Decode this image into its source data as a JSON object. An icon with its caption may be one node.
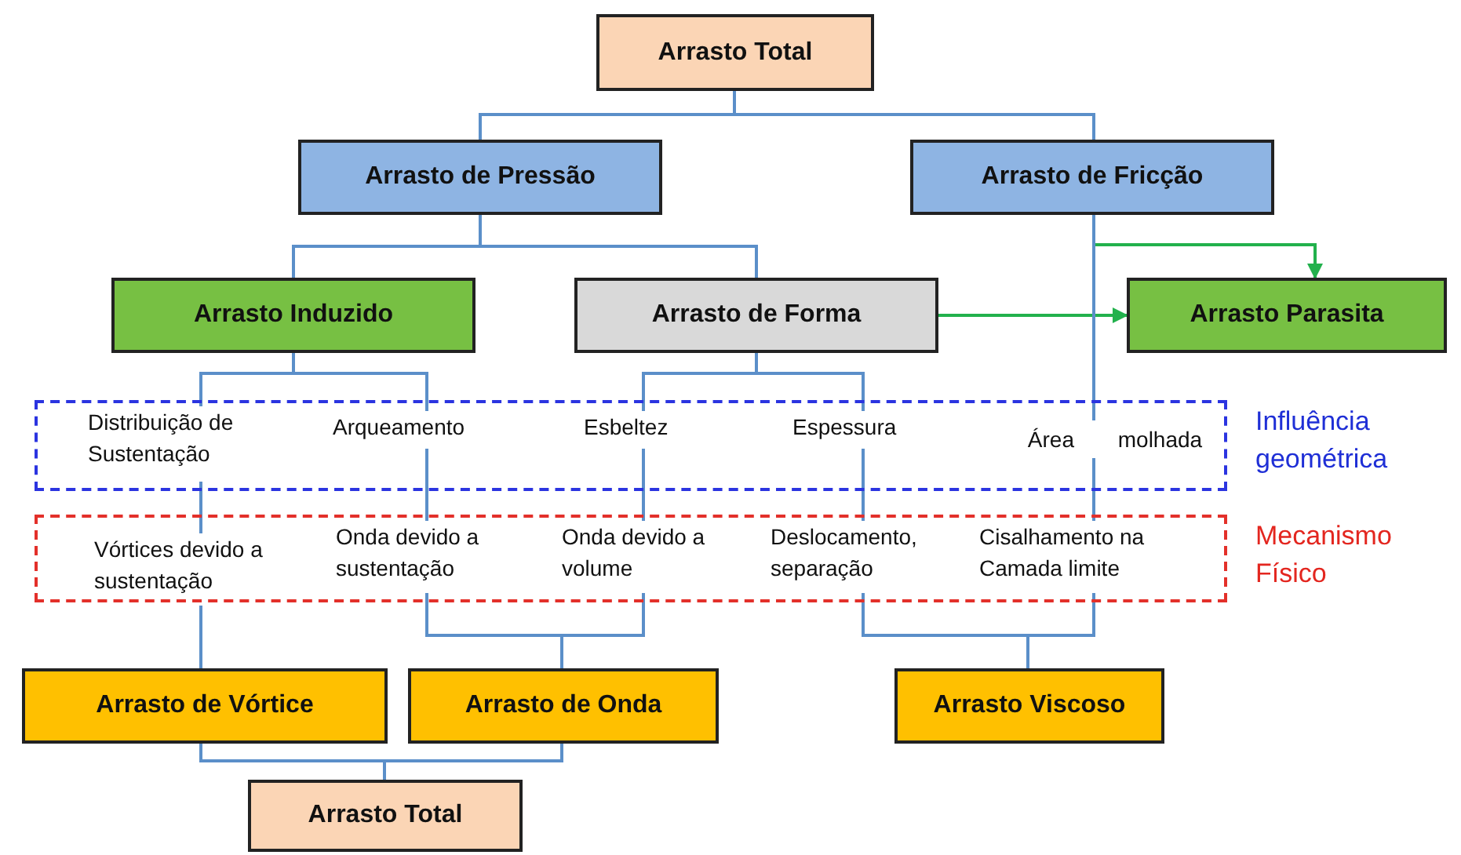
{
  "diagram": {
    "nodes": [
      {
        "text": [
          "Arrasto Total"
        ]
      },
      {
        "text": [
          "Arrasto de Pressão"
        ]
      },
      {
        "text": [
          "Arrasto de Fricção"
        ]
      },
      {
        "text": [
          "Arrasto Induzido"
        ]
      },
      {
        "text": [
          "Arrasto de Forma"
        ]
      },
      {
        "text": [
          "Arrasto Parasita"
        ]
      },
      {
        "text": [],
        "shape": "box",
        "beside": [
          "Influência geométrica"
        ]
      },
      {
        "text": [
          "Distribuição de Sustentação"
        ],
        "in": 6
      },
      {
        "text": [
          "Arqueamento"
        ],
        "in": 6
      },
      {
        "text": [
          "Esbeltez"
        ],
        "in": 6
      },
      {
        "text": [
          "Espessura"
        ],
        "in": 6
      },
      {
        "text": [
          "Área molhada"
        ],
        "in": 6
      },
      {
        "text": [],
        "shape": "box",
        "beside": [
          "Mecanismo Físico"
        ]
      },
      {
        "text": [
          "Vórtices devido a sustentação"
        ],
        "in": 12
      },
      {
        "text": [
          "Onda devido a sustentação"
        ],
        "in": 12
      },
      {
        "text": [
          "Onda devido a volume"
        ],
        "in": 12
      },
      {
        "text": [
          "Deslocamento, separação"
        ],
        "in": 12
      },
      {
        "text": [
          "Cisalhamento na Camada limite"
        ],
        "in": 12
      },
      {
        "text": [
          "Arrasto de Vórtice"
        ]
      },
      {
        "text": [
          "Arrasto de Onda"
        ]
      },
      {
        "text": [
          "Arrasto Viscoso"
        ]
      },
      {
        "text": [
          "Arrasto Total"
        ]
      }
    ],
    "edges": [
      {
        "from": 0,
        "to": 1,
        "arrow": "none"
      },
      {
        "from": 0,
        "to": 2,
        "arrow": "none"
      },
      {
        "from": 1,
        "to": 3,
        "arrow": "none"
      },
      {
        "from": 1,
        "to": 4,
        "arrow": "none"
      },
      {
        "from": 2,
        "to": 5,
        "arrow": "to",
        "color": "#22b14c"
      },
      {
        "from": 4,
        "to": 5,
        "arrow": "to",
        "color": "#22b14c"
      },
      {
        "from": 3,
        "to": 7,
        "arrow": "none"
      },
      {
        "from": 3,
        "to": 8,
        "arrow": "none"
      },
      {
        "from": 4,
        "to": 9,
        "arrow": "none"
      },
      {
        "from": 4,
        "to": 10,
        "arrow": "none"
      },
      {
        "from": 2,
        "to": 11,
        "arrow": "none"
      },
      {
        "from": 7,
        "to": 13,
        "arrow": "none"
      },
      {
        "from": 8,
        "to": 14,
        "arrow": "none"
      },
      {
        "from": 9,
        "to": 15,
        "arrow": "none"
      },
      {
        "from": 10,
        "to": 16,
        "arrow": "none"
      },
      {
        "from": 11,
        "to": 17,
        "arrow": "none"
      },
      {
        "from": 13,
        "to": 18,
        "arrow": "none"
      },
      {
        "from": 14,
        "to": 19,
        "arrow": "none"
      },
      {
        "from": 15,
        "to": 19,
        "arrow": "none"
      },
      {
        "from": 16,
        "to": 20,
        "arrow": "none"
      },
      {
        "from": 17,
        "to": 20,
        "arrow": "none"
      },
      {
        "from": 18,
        "to": 21,
        "arrow": "none"
      },
      {
        "from": 19,
        "to": 21,
        "arrow": "none"
      }
    ]
  }
}
